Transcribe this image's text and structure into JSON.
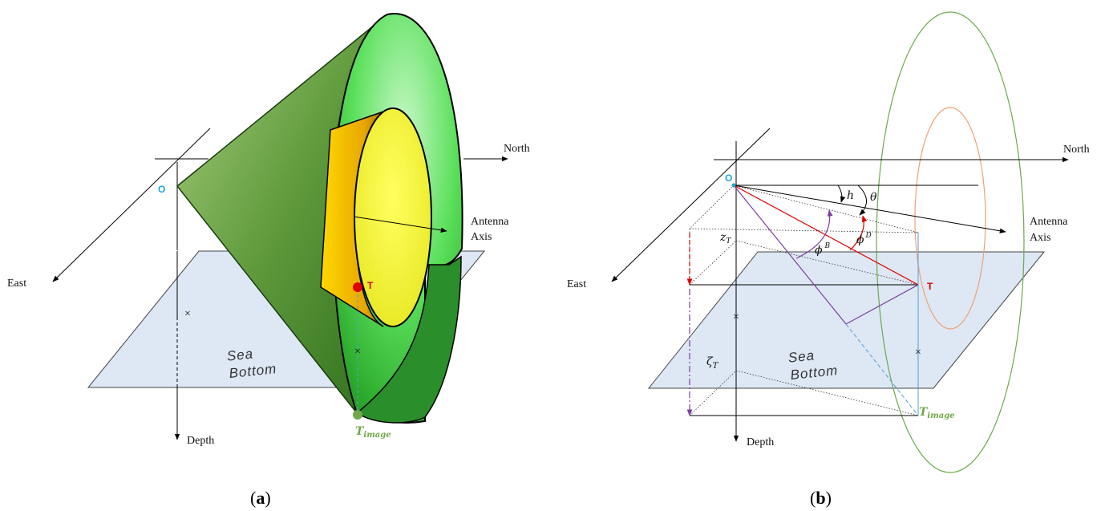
{
  "panel_a": {
    "caption_open": "(",
    "caption_letter": "a",
    "caption_close": ")",
    "north": "North",
    "east": "East",
    "depth": "Depth",
    "antenna_line1": "Antenna",
    "antenna_line2": "Axis",
    "origin": "O",
    "target": "T",
    "t_image_base": "T",
    "t_image_sub": "image",
    "sea_line1": "Sea",
    "sea_line2": "Bottom"
  },
  "panel_b": {
    "caption_open": "(",
    "caption_letter": "b",
    "caption_close": ")",
    "north": "North",
    "east": "East",
    "depth": "Depth",
    "antenna_line1": "Antenna",
    "antenna_line2": "Axis",
    "origin": "O",
    "target": "T",
    "t_image_base": "T",
    "t_image_sub": "image",
    "sea_line1": "Sea",
    "sea_line2": "Bottom",
    "h": "h",
    "theta": "θ",
    "phi_b": "ϕ",
    "phi_b_sup": "B",
    "phi_d": "ϕ",
    "phi_d_sup": "D",
    "z_t": "z",
    "z_t_sub": "T",
    "zeta_t": "ζ",
    "zeta_t_sub": "T"
  },
  "colors": {
    "origin": "#1aa6d6",
    "target": "#e00000",
    "t_image": "#70a84a",
    "sea_plane": "#dde8f4",
    "cone_outer": "#3f8a2a",
    "cone_inner": "#ffd000",
    "disc": "#f5f53a",
    "purple": "#7a3fa0",
    "ellipse_outer": "#6aaa4a",
    "ellipse_inner": "#f0a070"
  }
}
